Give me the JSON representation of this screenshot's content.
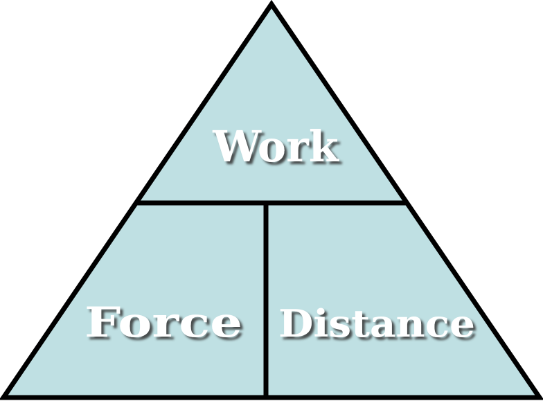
{
  "diagram": {
    "type": "formula-triangle",
    "top": "Work",
    "bottom_left": "Force",
    "bottom_right": "Distance",
    "colors": {
      "fill": "#bfe0e3",
      "stroke": "#000000",
      "text": "#ffffff",
      "shadow": "#333333"
    }
  }
}
